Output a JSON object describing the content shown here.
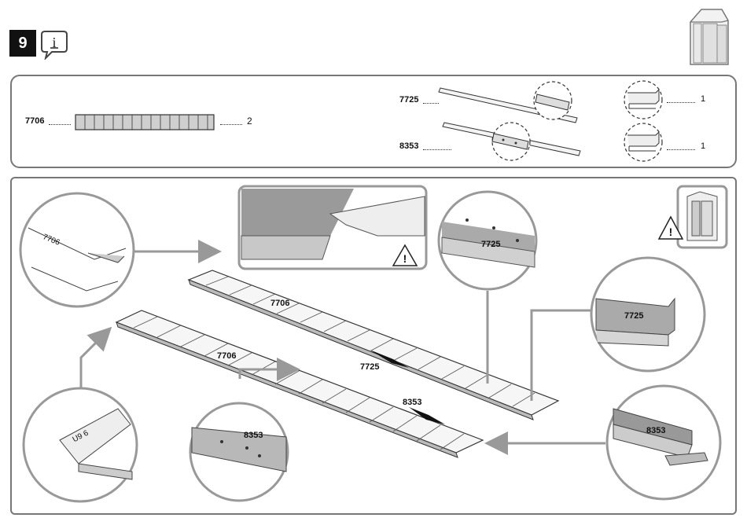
{
  "step": {
    "number": "9"
  },
  "parts": [
    {
      "id": "part-7706",
      "code": "7706",
      "qty": "2"
    },
    {
      "id": "part-7725",
      "code": "7725"
    },
    {
      "id": "part-8353",
      "code": "8353"
    }
  ],
  "connectors": [
    {
      "id": "connector-top",
      "qty": "1"
    },
    {
      "id": "connector-bottom",
      "qty": "1"
    }
  ],
  "callouts": {
    "frame_upper": "7706",
    "frame_lower": "7706",
    "rail_upper": "7725",
    "rail_lower": "8353",
    "zoom_top_center": "7725",
    "zoom_right": "7725",
    "zoom_bottom_center": "8353",
    "zoom_bottom_right": "8353",
    "stamp_top_left": "7706",
    "stamp_bottom_left": "U9 6"
  },
  "icons": [
    "info-icon",
    "warning-icon",
    "shed-icon"
  ]
}
